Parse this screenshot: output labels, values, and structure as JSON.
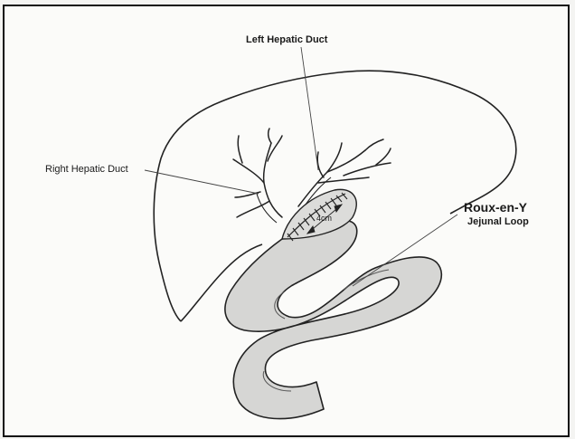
{
  "labels": {
    "left_hepatic_duct": "Left Hepatic Duct",
    "right_hepatic_duct": "Right Hepatic Duct",
    "roux_en_y": "Roux-en-Y",
    "jejunal_loop": "Jejunal Loop",
    "anastomosis_length": "4cm"
  },
  "colors": {
    "outline": "#222222",
    "jejunum_fill": "#d6d6d4",
    "background": "#fbfbf9"
  }
}
